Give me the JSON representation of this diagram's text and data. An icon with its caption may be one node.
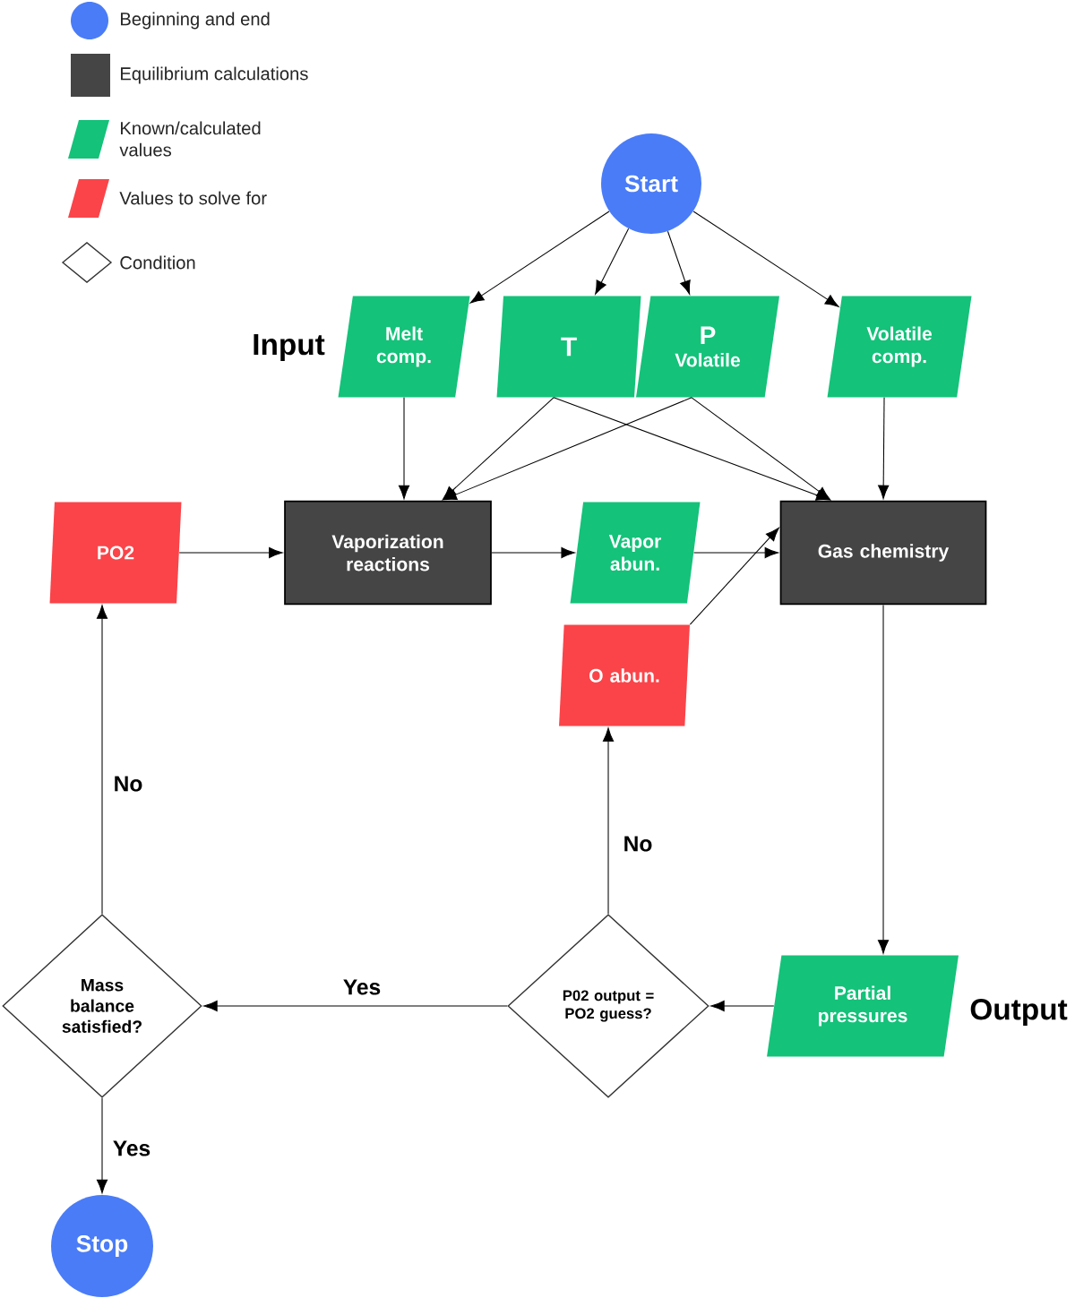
{
  "diagram": {
    "nodes": [
      {
        "text": [
          "Start"
        ]
      },
      {
        "text": [
          "Melt comp."
        ]
      },
      {
        "text": [
          "T"
        ]
      },
      {
        "text": [
          "P",
          "Volatile"
        ]
      },
      {
        "text": [
          "Volatile comp."
        ]
      },
      {
        "text": [
          "PO2"
        ]
      },
      {
        "text": [
          "Vaporization reactions"
        ]
      },
      {
        "text": [
          "Vapor abun."
        ]
      },
      {
        "text": [
          "Gas chemistry"
        ]
      },
      {
        "text": [
          "O abun."
        ]
      },
      {
        "text": [
          "Mass balance satisfied?"
        ]
      },
      {
        "text": [
          "P02 output = PO2 guess?"
        ]
      },
      {
        "text": [
          "Partial pressures"
        ]
      },
      {
        "text": [
          "Stop"
        ]
      }
    ],
    "edges": [
      {
        "from": 0,
        "to": 1,
        "arrow": "to"
      },
      {
        "from": 0,
        "to": 2,
        "arrow": "to"
      },
      {
        "from": 0,
        "to": 3,
        "arrow": "to"
      },
      {
        "from": 0,
        "to": 4,
        "arrow": "to"
      },
      {
        "from": 1,
        "to": 6,
        "arrow": "to"
      },
      {
        "from": 2,
        "to": 6,
        "arrow": "to"
      },
      {
        "from": 3,
        "to": 6,
        "arrow": "to"
      },
      {
        "from": 2,
        "to": 8,
        "arrow": "to"
      },
      {
        "from": 3,
        "to": 8,
        "arrow": "to"
      },
      {
        "from": 4,
        "to": 8,
        "arrow": "to"
      },
      {
        "from": 5,
        "to": 6,
        "arrow": "to"
      },
      {
        "from": 6,
        "to": 7,
        "arrow": "to"
      },
      {
        "from": 7,
        "to": 8,
        "arrow": "to"
      },
      {
        "from": 9,
        "to": 8,
        "arrow": "to"
      },
      {
        "from": 8,
        "to": 12,
        "arrow": "to"
      },
      {
        "from": 12,
        "to": 11,
        "arrow": "to"
      },
      {
        "from": 11,
        "to": 10,
        "arrow": "to",
        "label": "Yes"
      },
      {
        "from": 11,
        "to": 9,
        "arrow": "to",
        "label": "No"
      },
      {
        "from": 10,
        "to": 5,
        "arrow": "to",
        "label": "No"
      },
      {
        "from": 10,
        "to": 13,
        "arrow": "to",
        "label": "Yes"
      }
    ],
    "labels": [
      "Input",
      "Output"
    ],
    "legend": [
      {
        "text": "Beginning and end",
        "color": "#4a7cf7"
      },
      {
        "text": "Equilibrium calculations",
        "color": "#454545"
      },
      {
        "text": "Known/calculated values",
        "color": "#14c27a"
      },
      {
        "text": "Values to solve for",
        "color": "#fa4449"
      },
      {
        "text": "Condition"
      }
    ]
  }
}
